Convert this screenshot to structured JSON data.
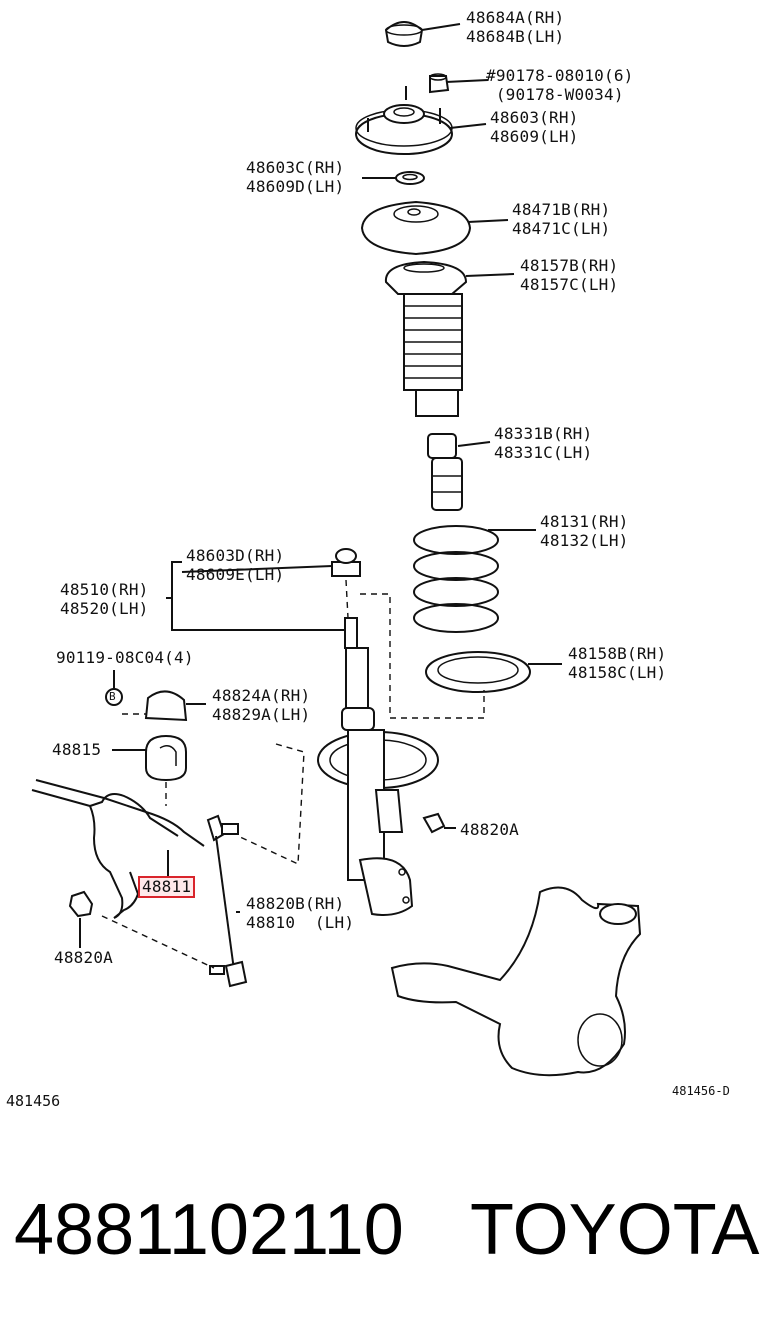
{
  "diagram": {
    "labels": {
      "cap": [
        "48684A(RH)",
        "48684B(LH)"
      ],
      "nut_top": [
        "#90178-08010(6)",
        " (90178-W0034)"
      ],
      "support": [
        "48603(RH)",
        "48609(LH)"
      ],
      "bearing": [
        "48603C(RH)",
        "48609D(LH)"
      ],
      "seat_upper": [
        "48471B(RH)",
        "48471C(LH)"
      ],
      "boot": [
        "48157B(RH)",
        "48157C(LH)"
      ],
      "bumper": [
        "48331B(RH)",
        "48331C(LH)"
      ],
      "spring": [
        "48131(RH)",
        "48132(LH)"
      ],
      "strut_nut": [
        "48603D(RH)",
        "48609E(LH)"
      ],
      "strut": [
        "48510(RH)",
        "48520(LH)"
      ],
      "bolt": "90119-08C04(4)",
      "bolt_marker": "B",
      "bracket": [
        "48824A(RH)",
        "48829A(LH)"
      ],
      "bushing": "48815",
      "seat_lower": [
        "48158B(RH)",
        "48158C(LH)"
      ],
      "nut_right": "48820A",
      "stabilizer_bar": "48811",
      "link": [
        "48820B(RH)",
        "48810  (LH)"
      ],
      "nut_left": "48820A"
    },
    "ref_left": "481456",
    "ref_right": "481456-D",
    "highlighted_part": "stabilizer_bar",
    "highlight_color": "#d9242b"
  },
  "footer": {
    "part_number": "4881102110",
    "brand": "TOYOTA"
  }
}
